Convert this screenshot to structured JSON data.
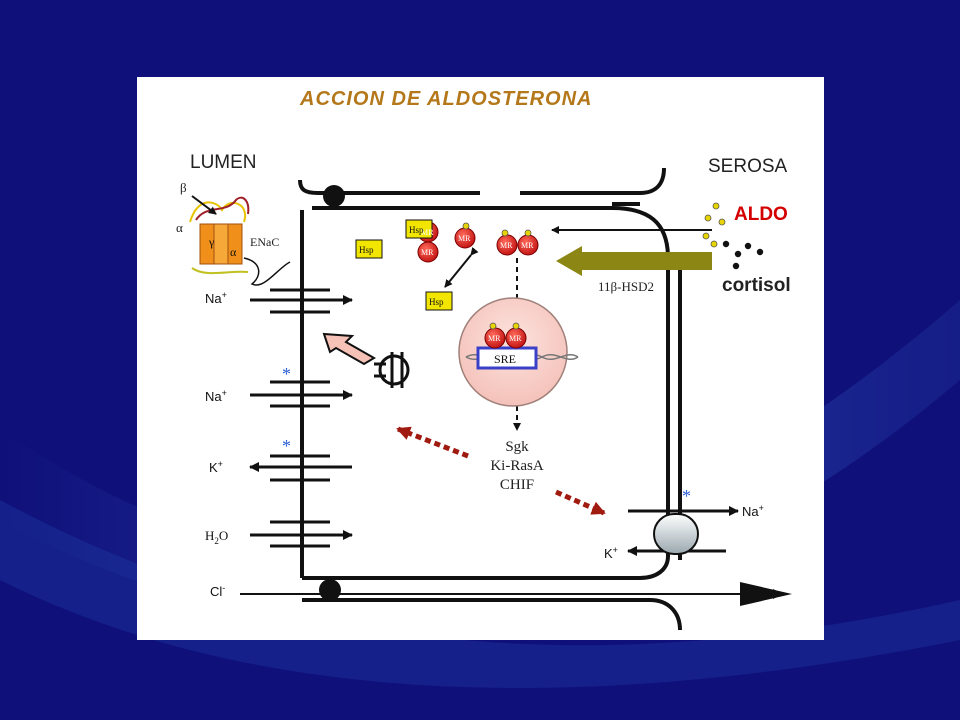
{
  "title": "ACCION DE ALDOSTERONA",
  "labels": {
    "lumen": "LUMEN",
    "serosa": "SEROSA",
    "aldo": "ALDO",
    "cortisol": "cortisol",
    "hsd2": "11β-HSD2",
    "enac": "ENaC",
    "beta": "β",
    "alpha": "α",
    "gamma": "γ",
    "alpha2": "α",
    "na_ion": "Na",
    "k_ion": "K",
    "plus": "+",
    "h2o": "H",
    "h2o_sub": "2",
    "h2o_o": "O",
    "cl_ion": "Cl",
    "minus": "-",
    "asterisk": "*"
  },
  "proteins": {
    "mr": "MR",
    "hsp": "Hsp",
    "sre": "SRE"
  },
  "genes": [
    "Sgk",
    "Ki-RasA",
    "CHIF"
  ],
  "colors": {
    "background": "#10107a",
    "panel": "#ffffff",
    "title": "#b4781a",
    "aldo": "#d40000",
    "mr": "#d81818",
    "hsp": "#f2e600",
    "nucleus": "#f7d2cc",
    "dotted_arrow": "#a01a10",
    "olive_arrow": "#8c8614",
    "asterisk": "#2a5fd6"
  }
}
